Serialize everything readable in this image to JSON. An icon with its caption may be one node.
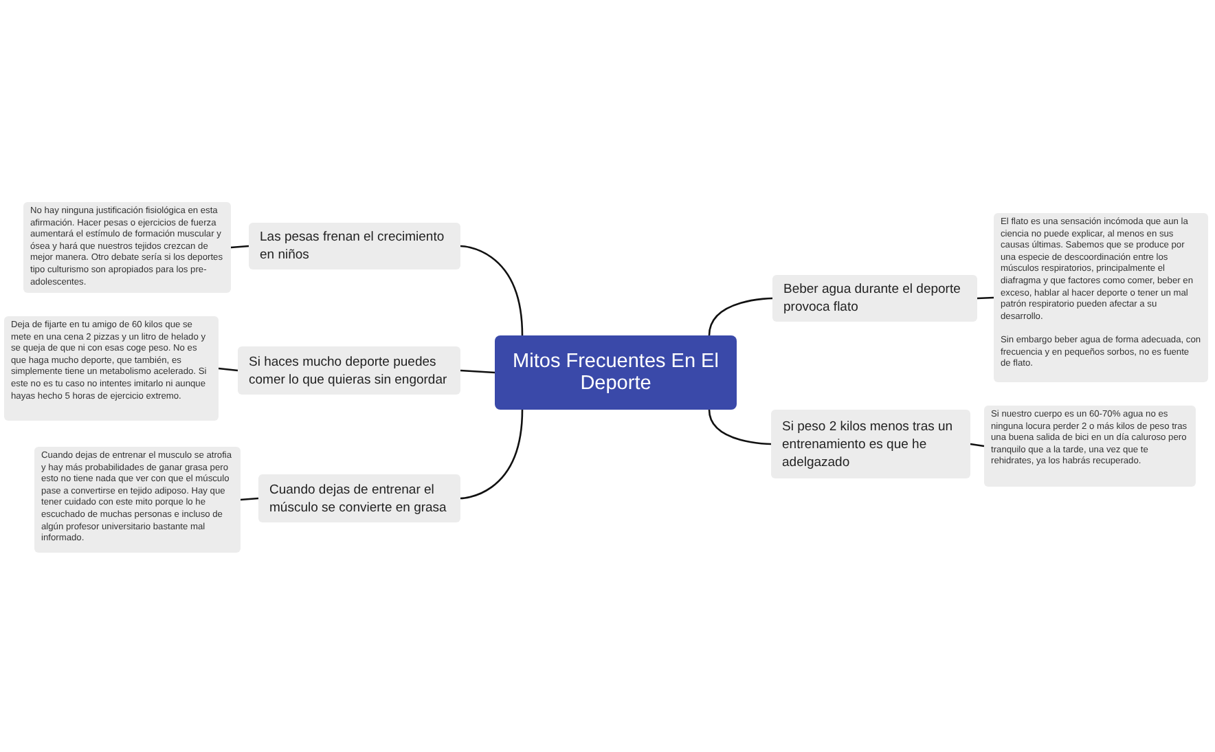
{
  "diagram": {
    "nodes": [
      {
        "text": [
          "Mitos Frecuentes En El Deporte"
        ]
      },
      {
        "text": [
          "Las pesas frenan el crecimiento en niños"
        ]
      },
      {
        "text": [
          "No hay ninguna justificación fisiológica en esta afirmación. Hacer pesas o ejercicios de fuerza aumentará el estímulo de formación muscular y ósea y hará que nuestros tejidos crezcan de mejor manera. Otro debate sería si los deportes tipo culturismo son apropiados para los pre-adolescentes."
        ]
      },
      {
        "text": [
          "Si haces mucho deporte puedes comer lo que quieras sin engordar"
        ]
      },
      {
        "text": [
          "Deja de fijarte en tu amigo de 60 kilos que se mete en una cena 2 pizzas y un litro de helado y se queja de que ni con esas coge peso. No es que haga mucho deporte, que también, es simplemente tiene un metabolismo acelerado. Si este no es tu caso no intentes imitarlo ni aunque hayas hecho 5 horas de ejercicio extremo."
        ]
      },
      {
        "text": [
          "Cuando dejas de entrenar el músculo se convierte en grasa"
        ]
      },
      {
        "text": [
          "Cuando dejas de entrenar el musculo se atrofia y hay más probabilidades de ganar grasa pero esto no tiene nada que ver con que el músculo pase a convertirse en tejido adiposo. Hay que tener cuidado con este mito porque lo he escuchado de muchas personas e incluso de algún profesor universitario bastante mal informado."
        ]
      },
      {
        "text": [
          "Beber agua durante el deporte provoca flato"
        ]
      },
      {
        "text": [
          "El flato es una sensación incómoda que aun la ciencia no puede explicar, al menos en sus causas últimas. Sabemos que se produce por una especie de descoordinación entre los músculos respiratorios, principalmente el diafragma y que factores como comer, beber en exceso, hablar al hacer deporte o tener un mal patrón respiratorio pueden afectar a su desarrollo.",
          "Sin embargo beber agua de forma adecuada, con frecuencia y en pequeños sorbos, no es fuente de flato."
        ]
      },
      {
        "text": [
          "Si peso 2 kilos menos tras un entrenamiento es que he adelgazado"
        ]
      },
      {
        "text": [
          "Si nuestro cuerpo es un 60-70% agua no es ninguna locura perder 2 o más kilos de peso tras una buena salida de bici en un día caluroso pero tranquilo que a la tarde, una vez que te rehidrates, ya los habrás recuperado."
        ]
      }
    ],
    "edges": [
      {
        "from": 0,
        "to": 1,
        "arrow": "none"
      },
      {
        "from": 1,
        "to": 2,
        "arrow": "none"
      },
      {
        "from": 0,
        "to": 3,
        "arrow": "none"
      },
      {
        "from": 3,
        "to": 4,
        "arrow": "none"
      },
      {
        "from": 0,
        "to": 5,
        "arrow": "none"
      },
      {
        "from": 5,
        "to": 6,
        "arrow": "none"
      },
      {
        "from": 0,
        "to": 7,
        "arrow": "none"
      },
      {
        "from": 7,
        "to": 8,
        "arrow": "none"
      },
      {
        "from": 0,
        "to": 9,
        "arrow": "none"
      },
      {
        "from": 9,
        "to": 10,
        "arrow": "none"
      }
    ]
  }
}
